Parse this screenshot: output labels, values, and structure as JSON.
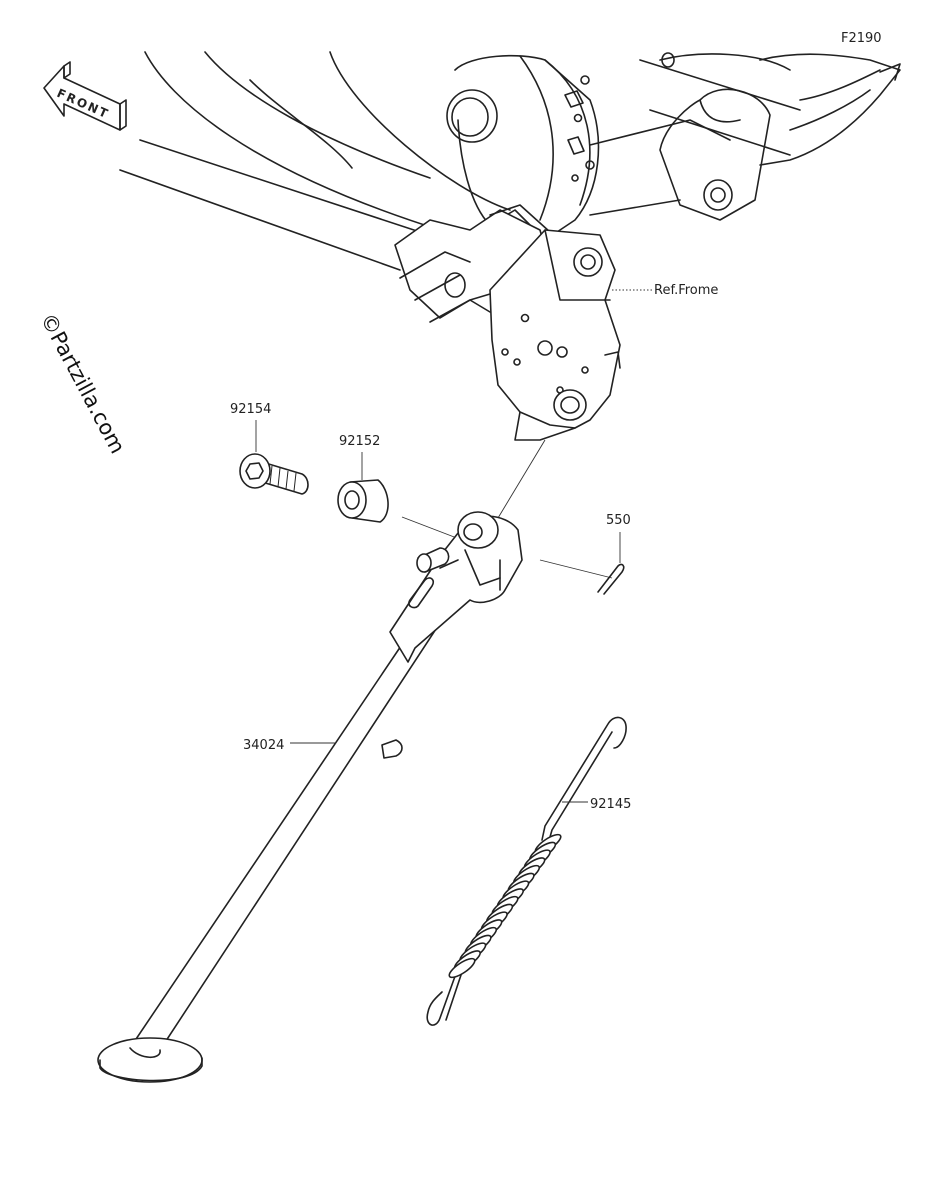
{
  "diagram_id": "F2190",
  "front_label": "FRONT",
  "watermark": "©Partzilla.com",
  "ref_frame_label": "Ref.Frome",
  "parts": [
    {
      "number": "92154"
    },
    {
      "number": "92152"
    },
    {
      "number": "550"
    },
    {
      "number": "34024"
    },
    {
      "number": "92145"
    }
  ],
  "colors": {
    "line": "#222222",
    "background": "#ffffff"
  }
}
